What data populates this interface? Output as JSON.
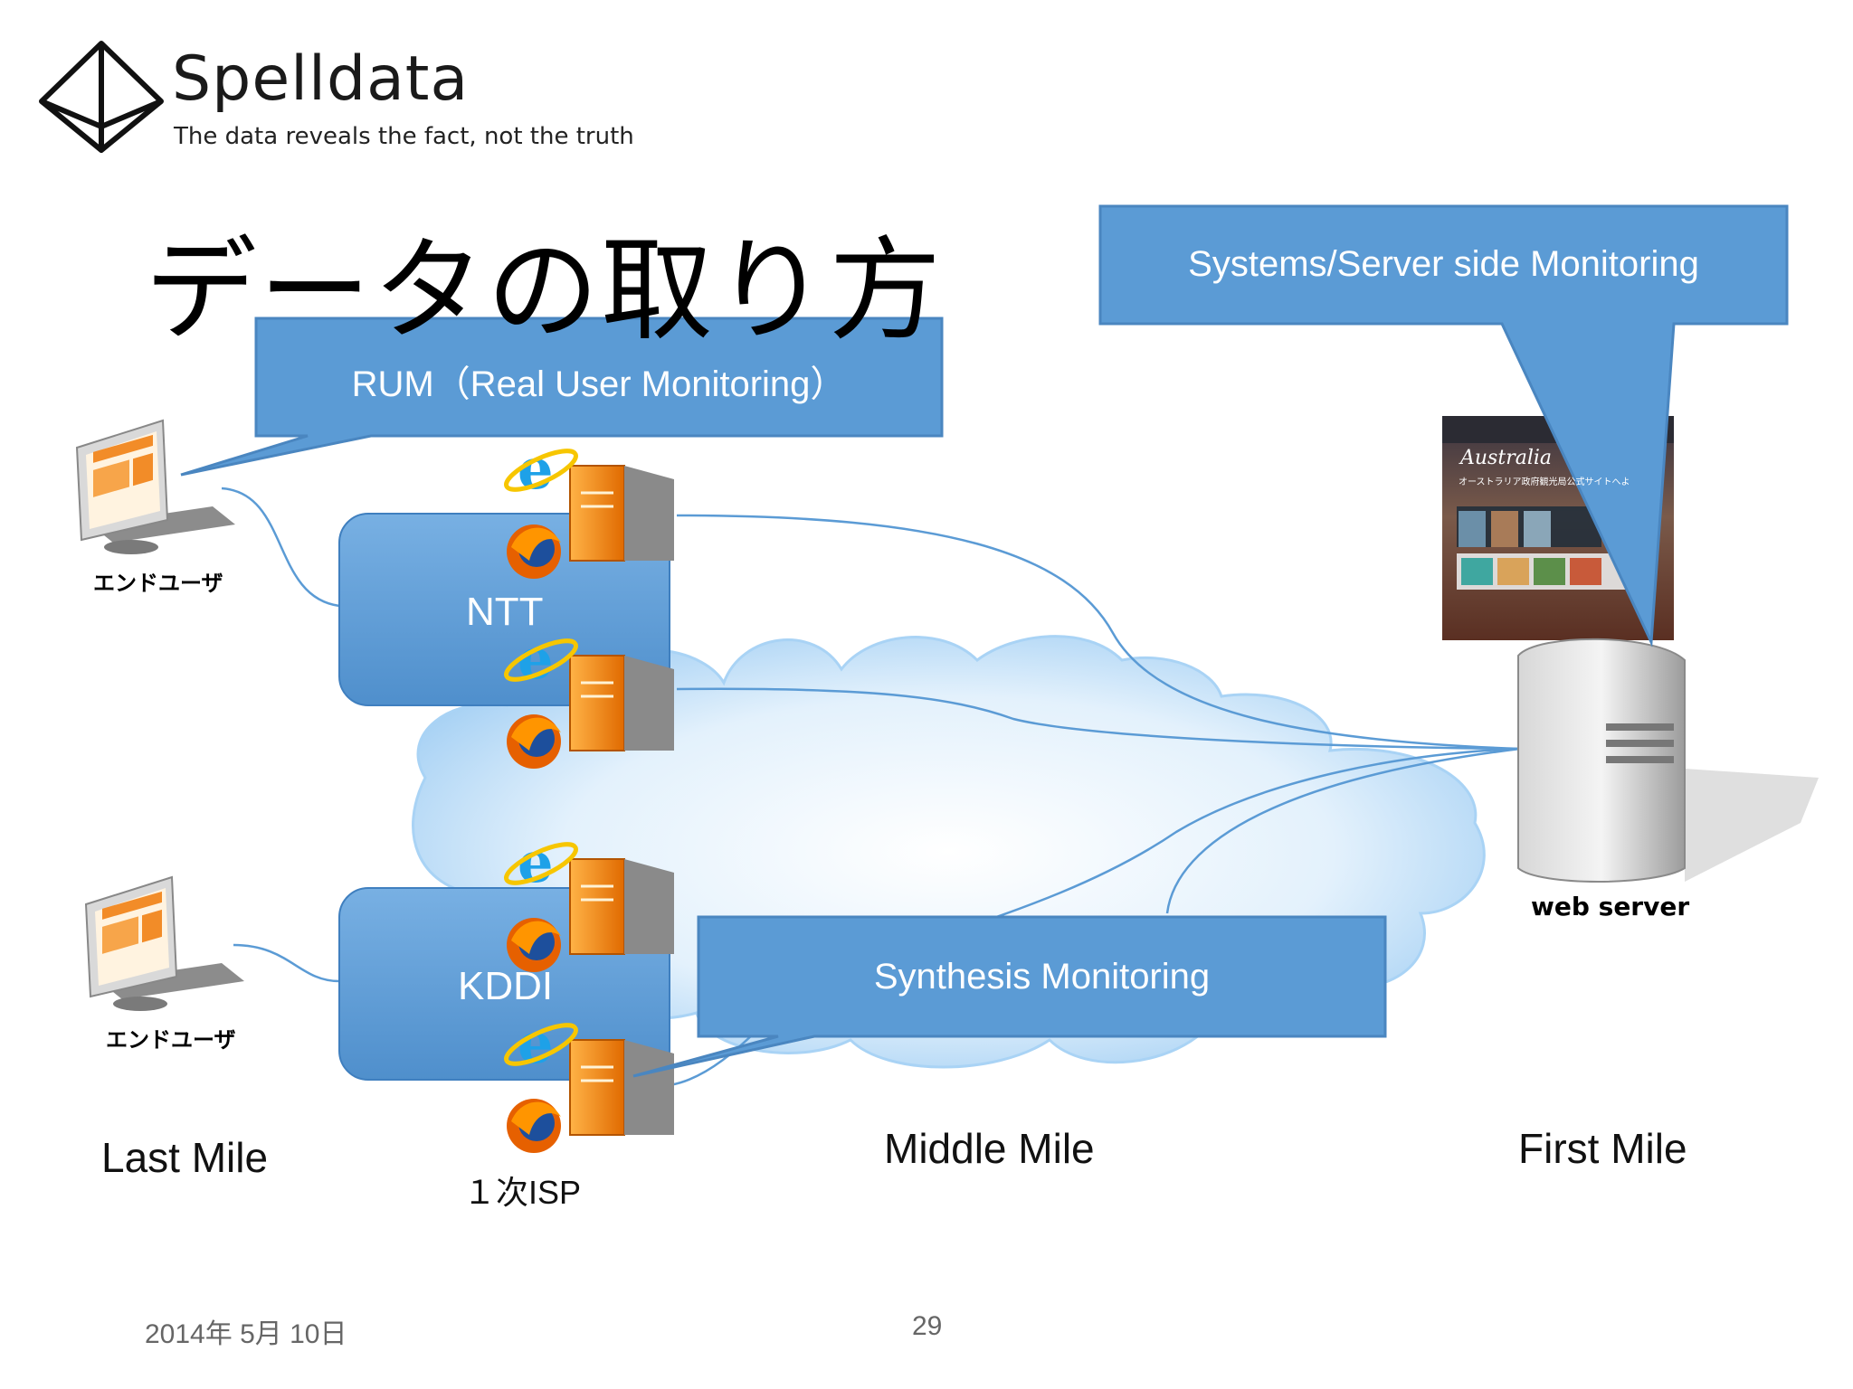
{
  "logo": {
    "name": "Spelldata",
    "tagline": "The data reveals the fact, not the truth"
  },
  "title": "データの取り方",
  "callouts": {
    "rum": "RUM（Real User Monitoring）",
    "server": "Systems/Server side Monitoring",
    "synthesis": "Synthesis Monitoring"
  },
  "isps": {
    "ntt": "NTT",
    "kddi": "KDDI"
  },
  "end_user_label": "エンドユーザ",
  "web_server_label": "web server",
  "miles": {
    "last": "Last Mile",
    "isp": "１次ISP",
    "middle": "Middle Mile",
    "first": "First Mile"
  },
  "screenshot_text": {
    "title": "Australia",
    "sub": "オーストラリア政府観光局公式サイトへよ"
  },
  "footer": {
    "date": "2014年 5月 10日",
    "page": "29"
  },
  "colors": {
    "callout": "#5b9bd5",
    "callout_border": "#4a86c0",
    "isp_box": "#5b9bd5",
    "line": "#5b9bd5",
    "cloud": "#cfe6fa"
  }
}
